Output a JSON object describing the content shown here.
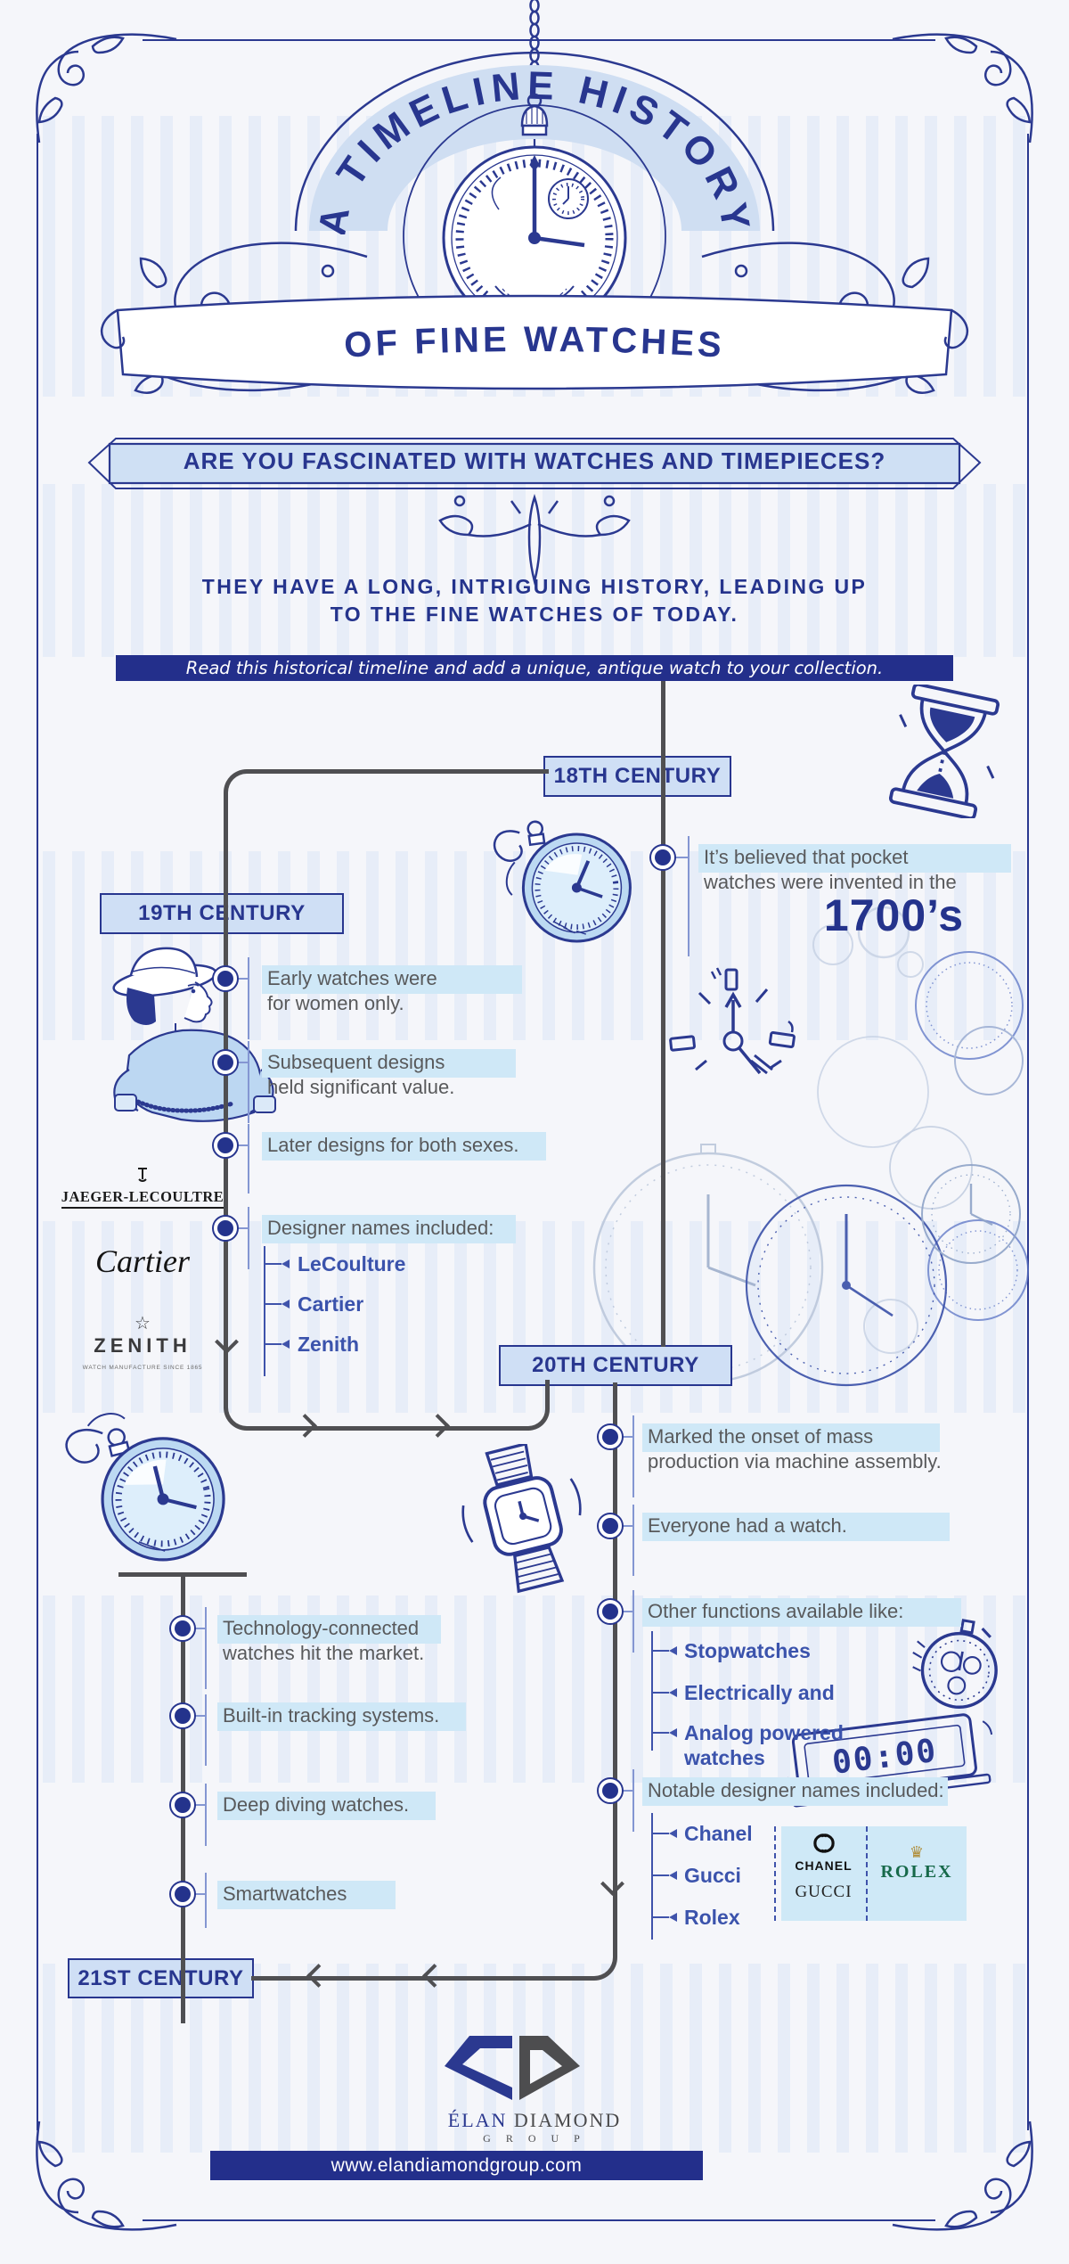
{
  "header": {
    "arch_title": "A TIMELINE HISTORY",
    "ribbon_title": "OF FINE WATCHES",
    "question_banner": "ARE YOU FASCINATED WITH WATCHES AND TIMEPIECES?",
    "intro_line1": "THEY HAVE A LONG, INTRIGUING HISTORY, LEADING UP",
    "intro_line2": "TO THE FINE WATCHES OF TODAY.",
    "cta_bar": "Read this historical timeline and add a unique, antique watch to your collection."
  },
  "timeline": {
    "c18": {
      "label": "18TH CENTURY",
      "item": {
        "lines": [
          "It’s believed that pocket",
          "watches were invented in the"
        ],
        "year": "1700’s"
      }
    },
    "c19": {
      "label": "19TH CENTURY",
      "items": [
        {
          "lines": [
            "Early watches were",
            "for women only."
          ]
        },
        {
          "lines": [
            "Subsequent designs",
            "held significant value."
          ]
        },
        {
          "lines": [
            "Later designs for both sexes."
          ]
        },
        {
          "lines": [
            "Designer names included:"
          ]
        }
      ],
      "designers": [
        "LeCoulture",
        "Cartier",
        "Zenith"
      ]
    },
    "c20": {
      "label": "20TH CENTURY",
      "items": [
        {
          "lines": [
            "Marked the onset of mass",
            "production via machine assembly."
          ]
        },
        {
          "lines": [
            "Everyone had a watch."
          ]
        },
        {
          "lines": [
            "Other functions available like:"
          ]
        },
        {
          "lines": [
            "Notable designer names included:"
          ]
        }
      ],
      "functions": [
        "Stopwatches",
        "Electrically and",
        "Analog powered",
        "watches"
      ],
      "designers": [
        "Chanel",
        "Gucci",
        "Rolex"
      ]
    },
    "c21": {
      "label": "21ST CENTURY",
      "items": [
        {
          "lines": [
            "Technology-connected",
            "watches hit the market."
          ]
        },
        {
          "lines": [
            "Built-in tracking systems."
          ]
        },
        {
          "lines": [
            "Deep diving watches."
          ]
        },
        {
          "lines": [
            "Smartwatches"
          ]
        }
      ]
    }
  },
  "logos": {
    "jaeger": "JAEGER-LECOULTRE",
    "cartier": "Cartier",
    "zenith": "ZENITH",
    "zenith_tagline": "WATCH MANUFACTURE SINCE 1865",
    "chanel": "CHANEL",
    "gucci": "GUCCI",
    "rolex": "ROLEX"
  },
  "footer": {
    "brand_word1": "ÉLAN",
    "brand_word2": "DIAMOND",
    "brand_word3": "G R O U P",
    "website": "www.elandiamondgroup.com"
  },
  "digital_clock_display": "00:00",
  "icons": {
    "chain": "hanging chain",
    "pocket-watch": "pocket watch",
    "hourglass": "hourglass",
    "woman": "1900s lady illustration",
    "wristwatch-square": "square wristwatch",
    "stopwatch": "chronograph stopwatch",
    "digital-clock": "digital clock",
    "diamond-logo": "ED diamond monogram",
    "star": "zenith star",
    "crown": "rolex crown"
  },
  "colors": {
    "navy": "#28368f",
    "mid_blue": "#3b53ac",
    "light_blue_fill": "#cfdff5",
    "highlight": "#cfe8f7",
    "text_gray": "#58595b",
    "rail_gray": "#4f4f52",
    "bar_navy": "#232f8b",
    "rolex_green": "#17694a",
    "gold": "#b08e3a"
  }
}
